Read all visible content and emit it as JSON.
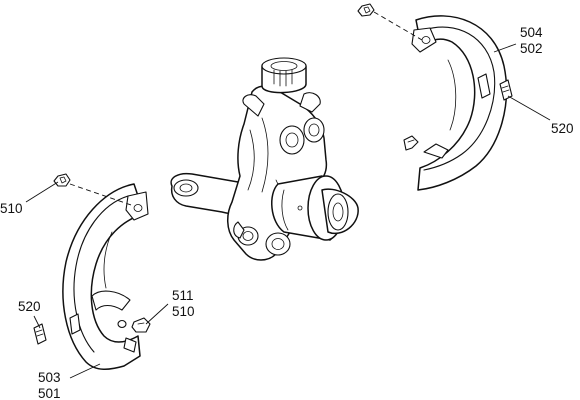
{
  "callouts": {
    "shield_right_a": "504",
    "shield_right_b": "502",
    "clip_right": "520",
    "bolt_left": "510",
    "clip_left": "520",
    "screw_a": "511",
    "screw_b": "510",
    "shield_left_a": "503",
    "shield_left_b": "501"
  }
}
